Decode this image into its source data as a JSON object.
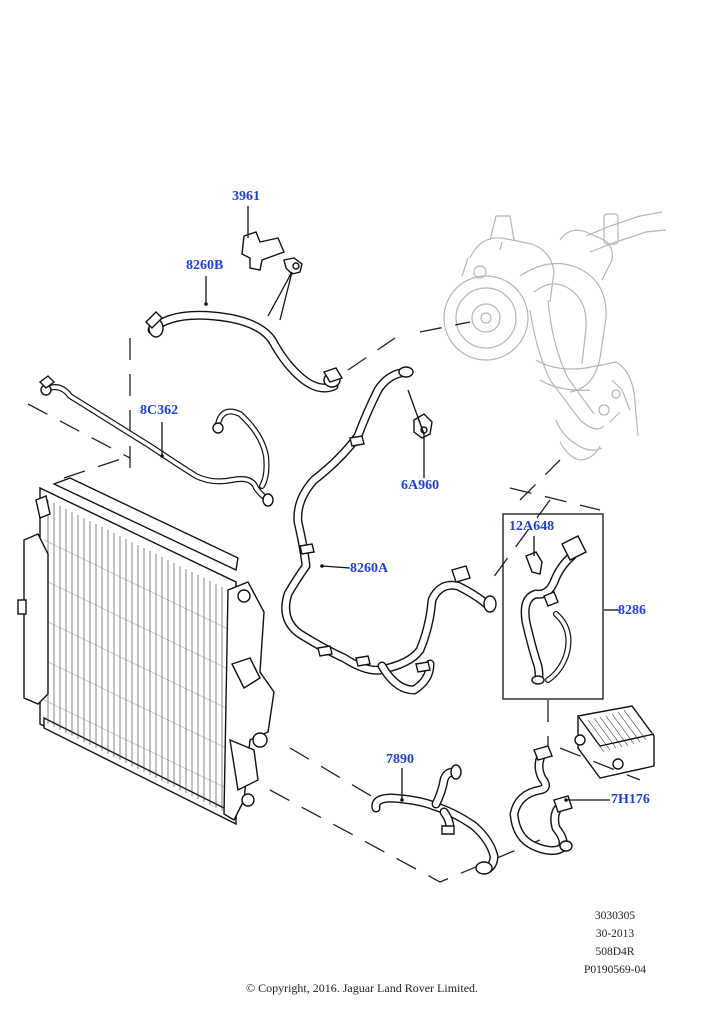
{
  "callouts": [
    {
      "id": "3961",
      "label": "3961"
    },
    {
      "id": "8260B",
      "label": "8260B"
    },
    {
      "id": "8C362",
      "label": "8C362"
    },
    {
      "id": "6A960",
      "label": "6A960"
    },
    {
      "id": "12A648",
      "label": "12A648"
    },
    {
      "id": "8260A",
      "label": "8260A"
    },
    {
      "id": "8286",
      "label": "8286"
    },
    {
      "id": "7890",
      "label": "7890"
    },
    {
      "id": "7H176",
      "label": "7H176"
    }
  ],
  "metadata": {
    "line1": "3030305",
    "line2": "30-2013",
    "line3": "508D4R",
    "line4": "P0190569-04"
  },
  "copyright": "© Copyright, 2016. Jaguar Land Rover Limited.",
  "colors": {
    "callout": "#1f3fd0",
    "line": "#111111",
    "ghost": "#b5b5b5"
  }
}
